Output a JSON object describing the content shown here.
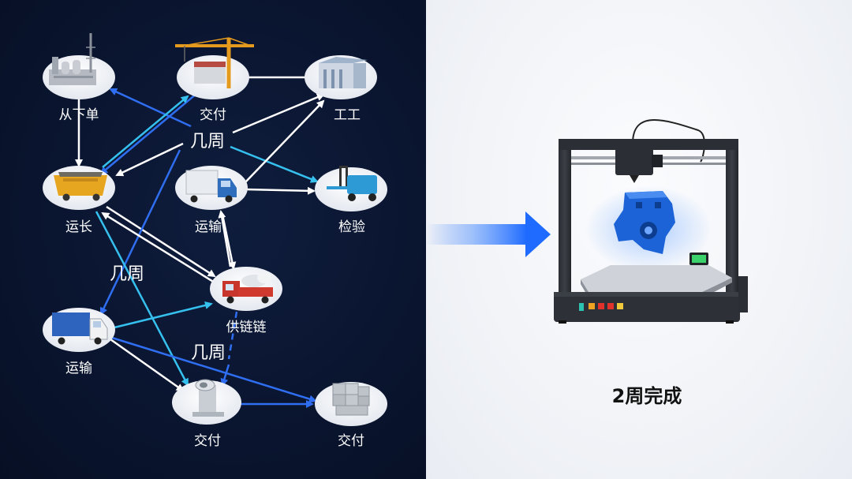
{
  "traditional_chain": {
    "nodes": [
      {
        "id": "factory",
        "label": "从下单",
        "icon": "factory-icon"
      },
      {
        "id": "crane",
        "label": "交付",
        "icon": "construction-crane-icon"
      },
      {
        "id": "warehouse",
        "label": "工工",
        "icon": "warehouse-building-icon"
      },
      {
        "id": "cart",
        "label": "运长",
        "icon": "mining-cart-icon"
      },
      {
        "id": "truck-mid",
        "label": "运输",
        "icon": "delivery-truck-icon"
      },
      {
        "id": "forklift",
        "label": "检验",
        "icon": "forklift-icon"
      },
      {
        "id": "tanker",
        "label": "供链链",
        "icon": "tanker-truck-icon"
      },
      {
        "id": "truck-left",
        "label": "运输",
        "icon": "box-truck-icon"
      },
      {
        "id": "part",
        "label": "交付",
        "icon": "machined-part-icon"
      },
      {
        "id": "blocks",
        "label": "交付",
        "icon": "stacked-blocks-icon"
      }
    ],
    "duration_labels": [
      "几周",
      "几周",
      "几周"
    ],
    "colors": {
      "arrow_white": "#ffffff",
      "arrow_blue": "#2f6ef0",
      "arrow_cyan": "#35c0ee",
      "background": "#0a1530"
    }
  },
  "printing": {
    "result_label": "2周完成",
    "transition_arrow_color": "#1f6bff",
    "printer_icon": "3d-printer-icon",
    "printed_part_color": "#1c63d8"
  }
}
